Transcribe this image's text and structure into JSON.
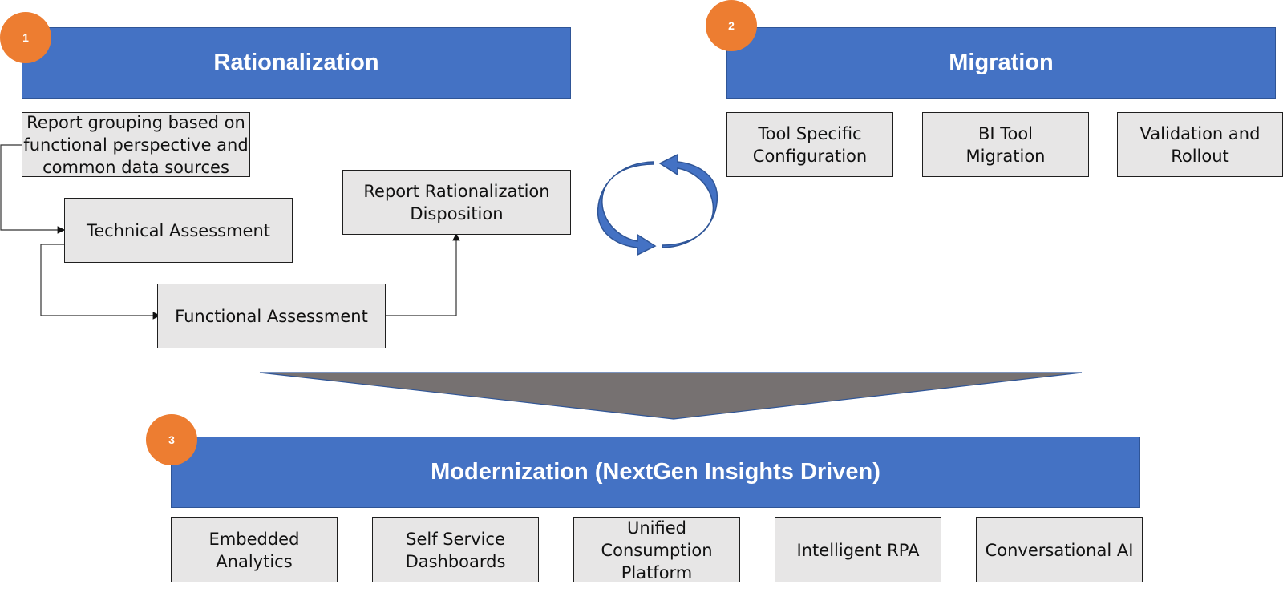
{
  "colors": {
    "header_fill": "#4472c4",
    "badge_fill": "#ed7d31",
    "box_fill": "#e7e6e6",
    "funnel_fill": "#767171"
  },
  "sections": {
    "rationalization": {
      "number": "1",
      "title": "Rationalization",
      "boxes": {
        "grouping": "Report grouping based on\nfunctional perspective and\ncommon data sources",
        "technical": "Technical Assessment",
        "functional": "Functional Assessment",
        "disposition": "Report Rationalization\nDisposition"
      }
    },
    "migration": {
      "number": "2",
      "title": "Migration",
      "boxes": [
        "Tool Specific\nConfiguration",
        "BI Tool\nMigration",
        "Validation and\nRollout"
      ]
    },
    "modernization": {
      "number": "3",
      "title": "Modernization (NextGen Insights Driven)",
      "boxes": [
        "Embedded\nAnalytics",
        "Self Service\nDashboards",
        "Unified\nConsumption\nPlatform",
        "Intelligent RPA",
        "Conversational AI"
      ]
    }
  },
  "icons": {
    "cycle": "circular-refresh-arrows-icon",
    "funnel": "downward-triangle-icon"
  }
}
